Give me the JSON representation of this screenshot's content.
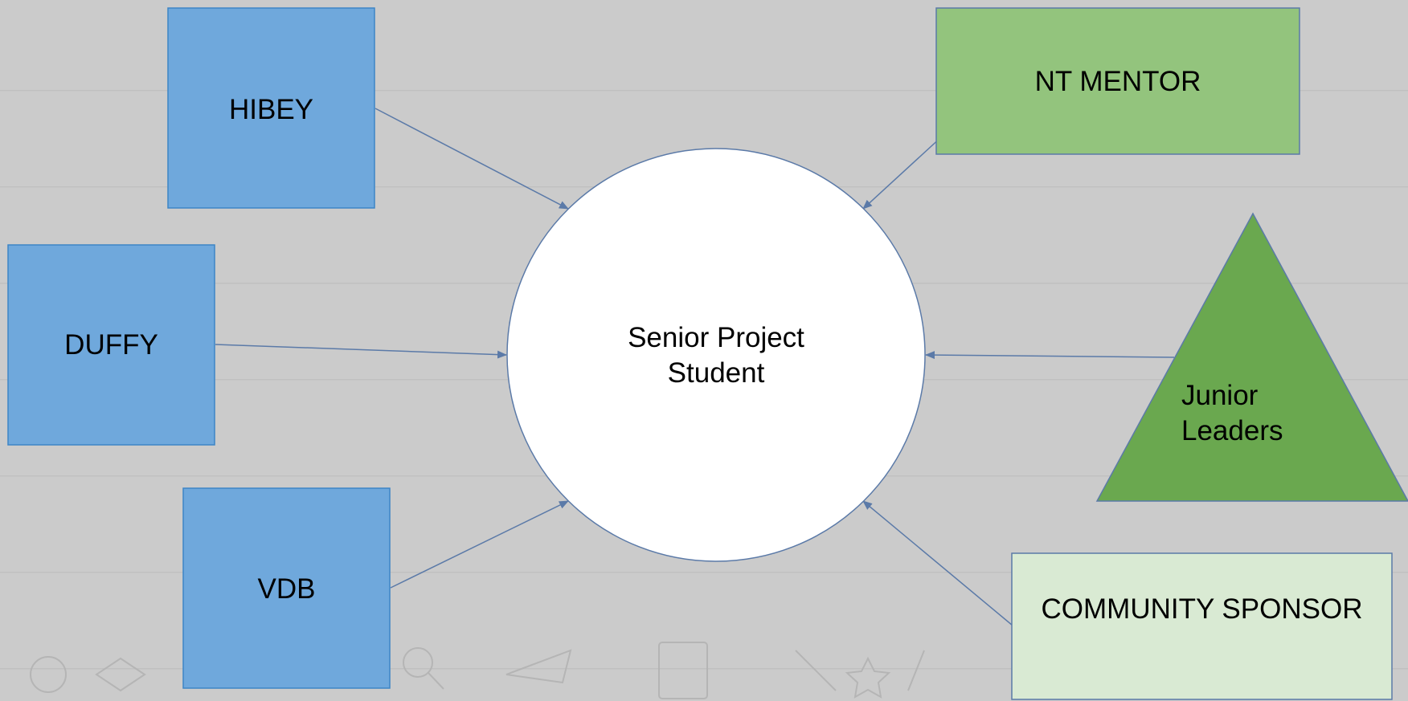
{
  "center": {
    "label": "Senior Project\nStudent"
  },
  "nodes": {
    "hibey": {
      "label": "HIBEY"
    },
    "duffy": {
      "label": "DUFFY"
    },
    "vdb": {
      "label": "VDB"
    },
    "nt_mentor": {
      "label": "NT MENTOR"
    },
    "junior_leaders": {
      "label": "Junior\nLeaders"
    },
    "community_sponsor": {
      "label": "COMMUNITY SPONSOR"
    }
  },
  "colors": {
    "background": "#cbcbcb",
    "blue_box": "#6fa8dc",
    "blue_border": "#3d85c6",
    "nt_mentor_fill": "#93c47d",
    "junior_leaders_fill": "#6aa84f",
    "community_sponsor_fill": "#d9ead3",
    "arrow": "#5b7aa8",
    "circle_fill": "#ffffff"
  }
}
